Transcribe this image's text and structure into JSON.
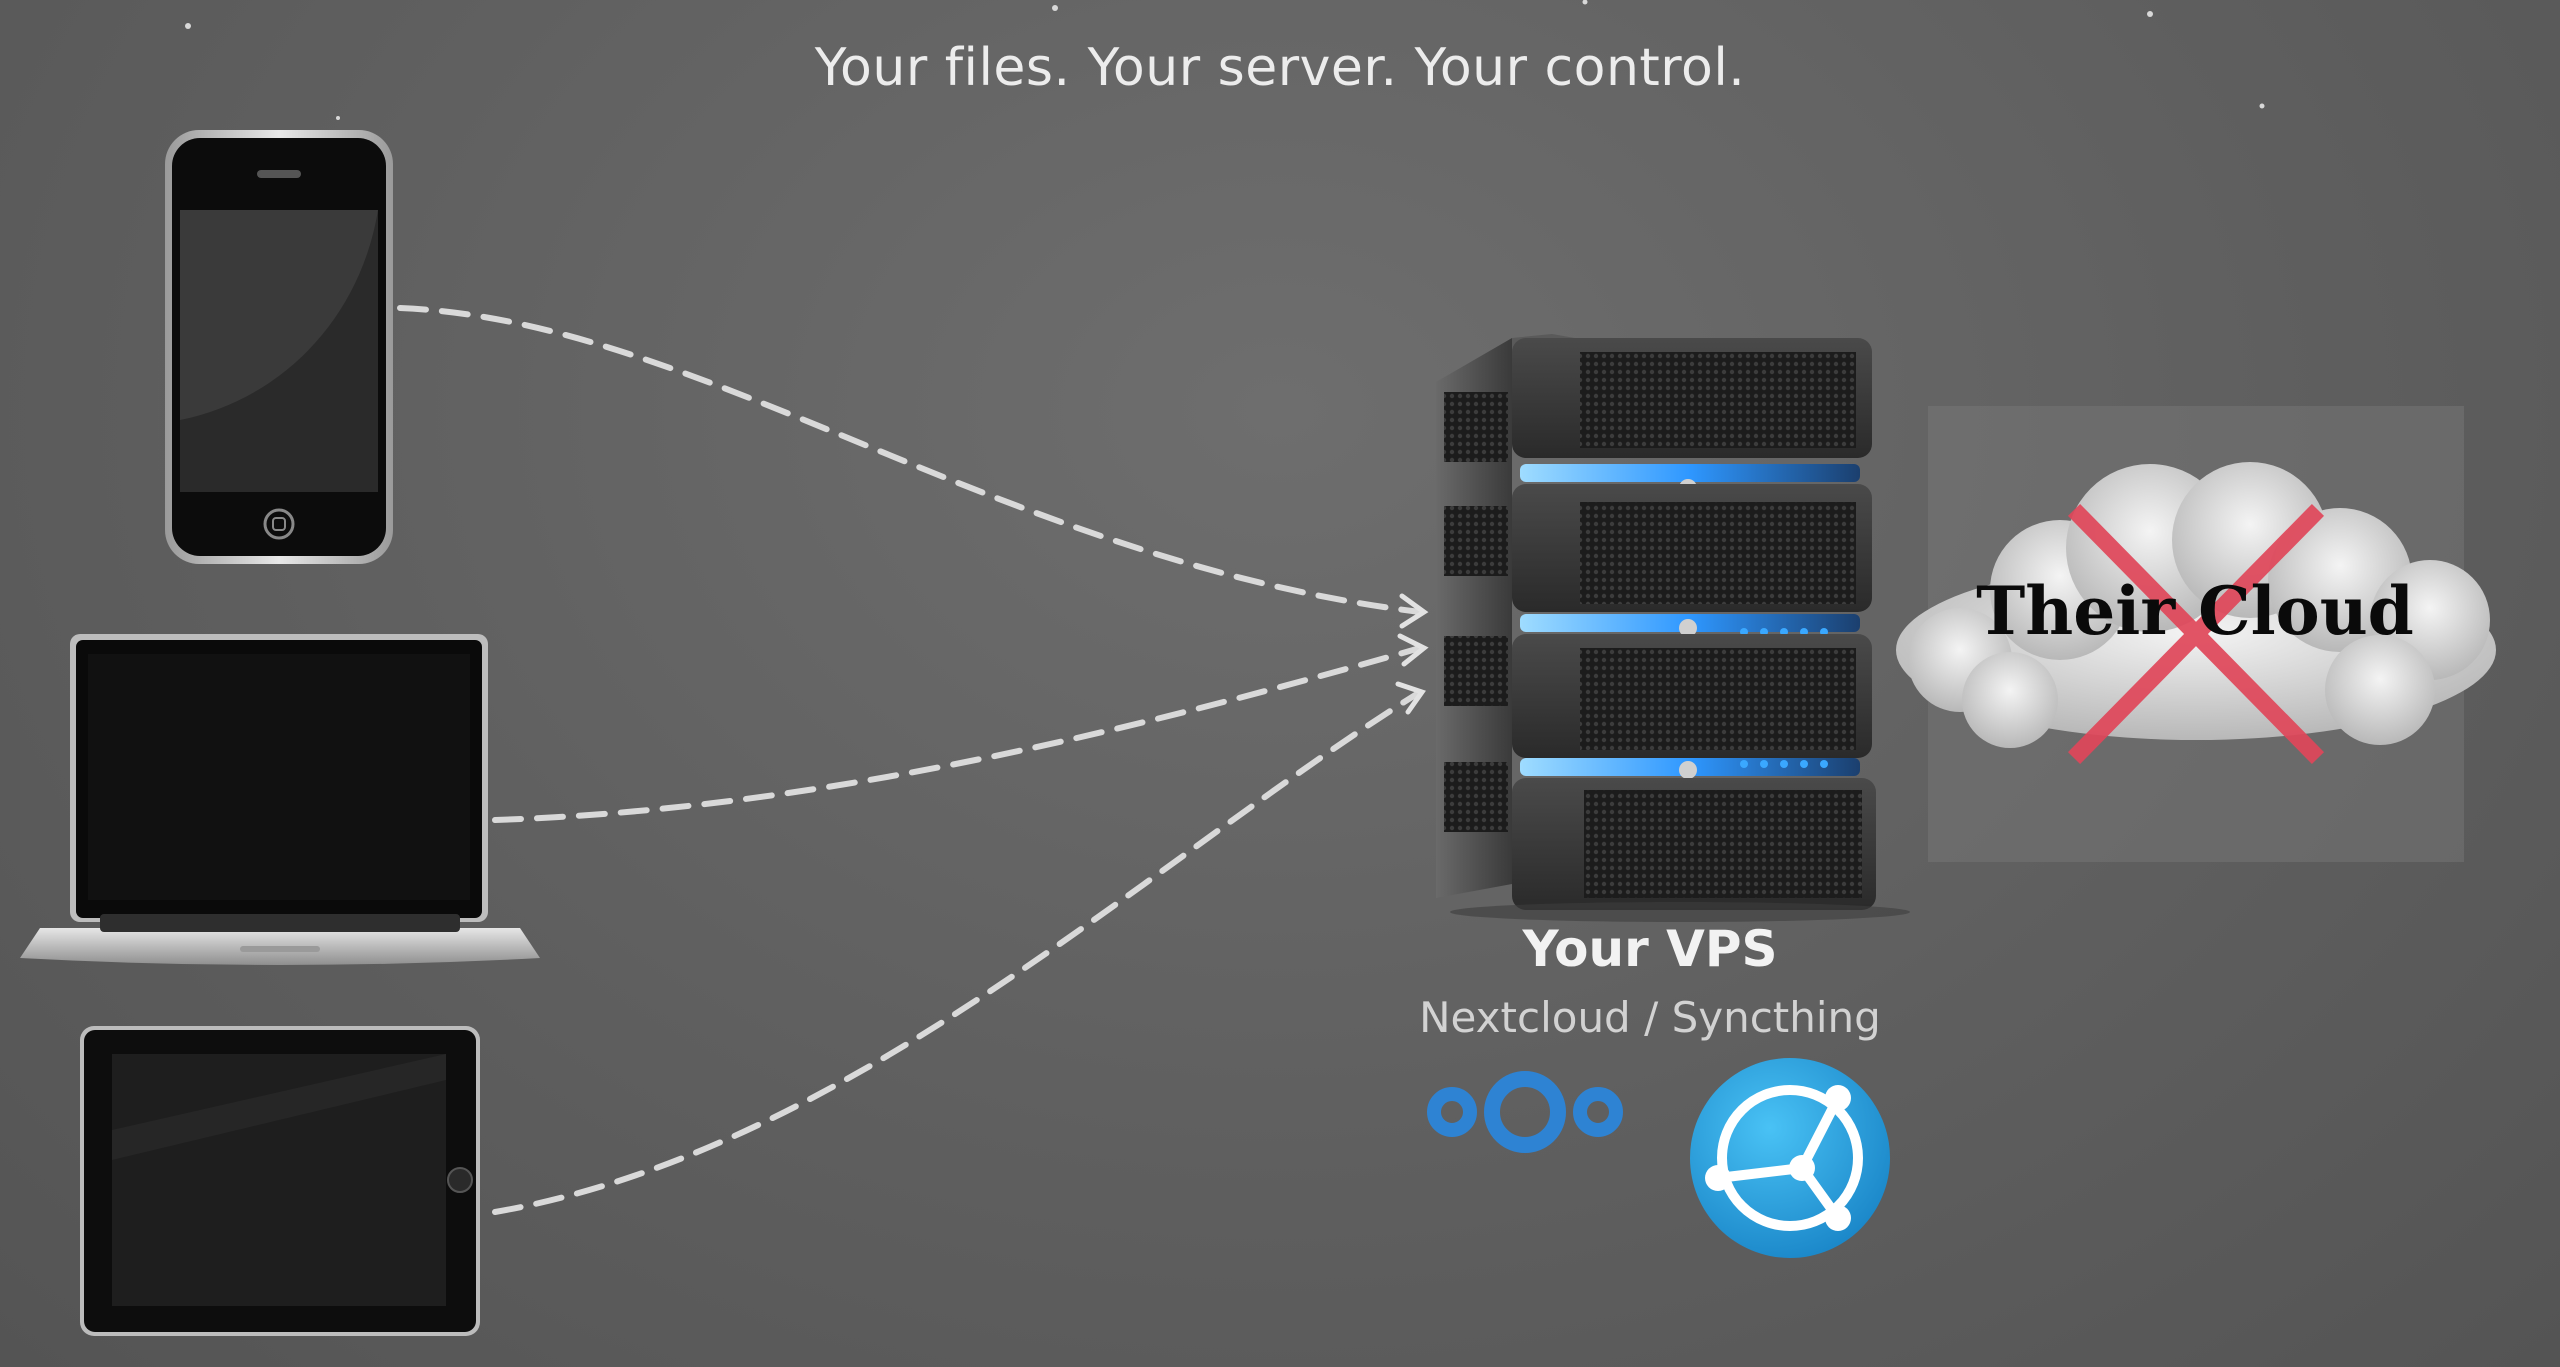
{
  "headline": "Your files. Your server. Your control.",
  "devices": [
    {
      "name": "phone",
      "icon": "smartphone-icon"
    },
    {
      "name": "laptop",
      "icon": "laptop-icon"
    },
    {
      "name": "tablet",
      "icon": "tablet-icon"
    }
  ],
  "server": {
    "title": "Your VPS",
    "subtitle": "Nextcloud / Syncthing",
    "icons": [
      "nextcloud-logo",
      "syncthing-logo"
    ]
  },
  "cloud": {
    "label": "Their Cloud",
    "status": "crossed-out",
    "icon": "cloud-icon"
  },
  "colors": {
    "background": "#636363",
    "connector": "#d9d9d9",
    "cross": "#e0475a",
    "nextcloud": "#1f7ed0",
    "syncthing": "#2a9fdb",
    "server_led": "#3aa8ff"
  }
}
